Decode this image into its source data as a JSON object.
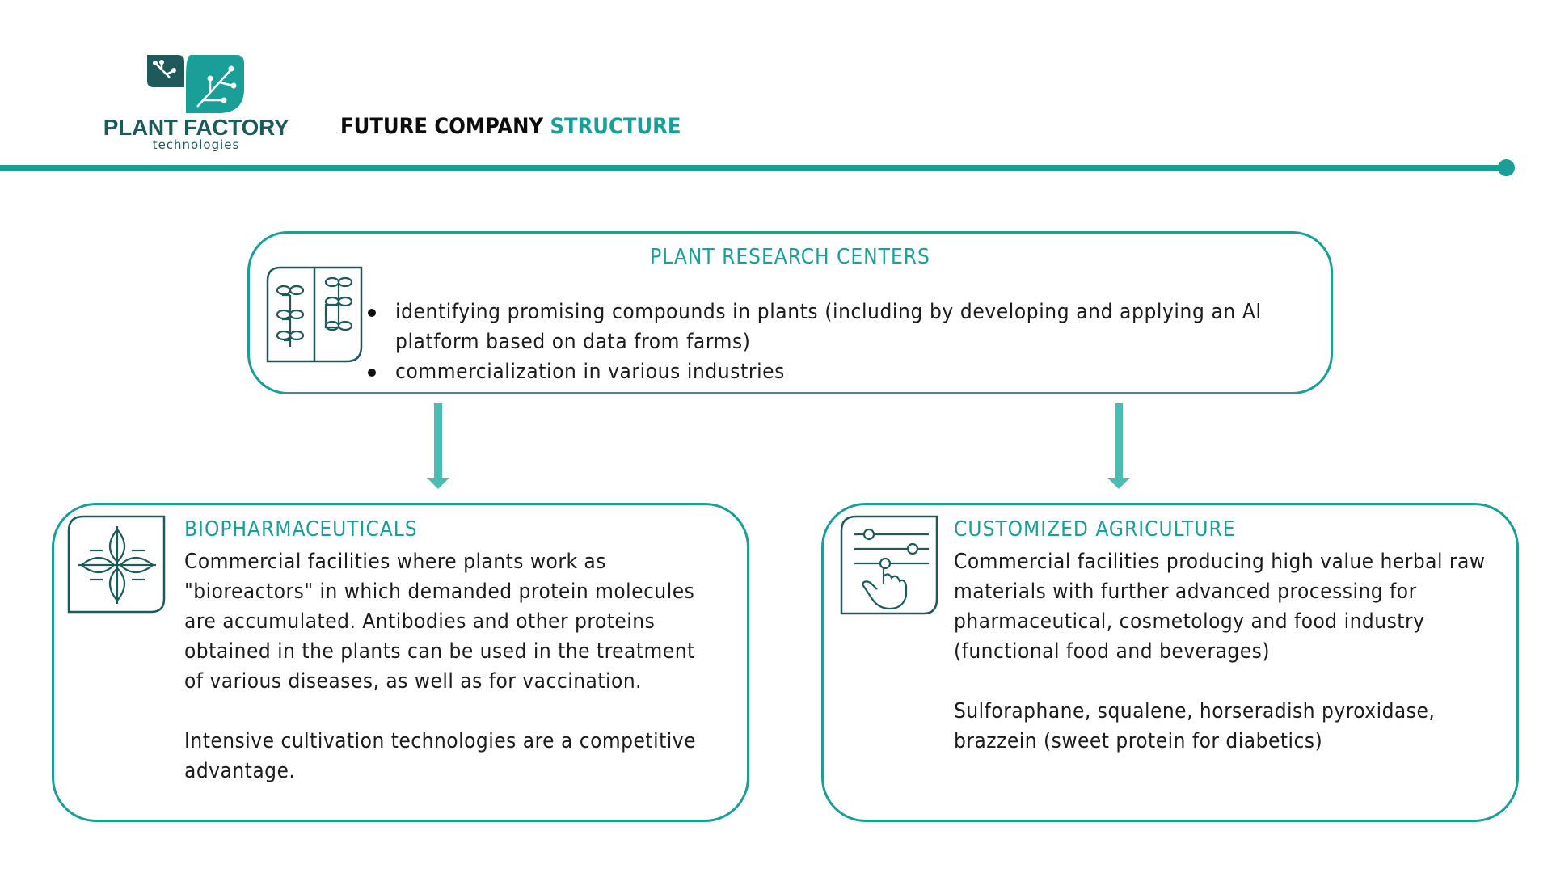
{
  "logo": {
    "name": "PLANT FACTORY",
    "sub": "technologies"
  },
  "page_title": {
    "main": "FUTURE COMPANY",
    "accent": "STRUCTURE"
  },
  "colors": {
    "accent": "#1a9e98",
    "dark_teal": "#1f5a5a",
    "text": "#1b1b1b"
  },
  "research": {
    "title": "PLANT RESEARCH CENTERS",
    "icon": "seedlings-icon",
    "bullets": [
      "identifying promising compounds in plants (including by developing and applying an AI platform based on data from farms)",
      "commercialization in various industries"
    ]
  },
  "biopharma": {
    "title": "BIOPHARMACEUTICALS",
    "icon": "leaf-cross-icon",
    "p1": "Commercial facilities where plants work as \"bioreactors\" in which demanded protein molecules are accumulated. Antibodies and other proteins obtained in the plants can be used in the treatment of various diseases, as well as for vaccination.",
    "p2": "Intensive cultivation technologies are a competitive advantage."
  },
  "agriculture": {
    "title": "CUSTOMIZED AGRICULTURE",
    "icon": "touch-sliders-icon",
    "p1": "Commercial facilities producing high value herbal raw materials with further advanced processing for pharmaceutical, cosmetology and food industry (functional food and beverages)",
    "p2": "Sulforaphane, squalene, horseradish pyroxidase, brazzein (sweet protein for diabetics)"
  }
}
